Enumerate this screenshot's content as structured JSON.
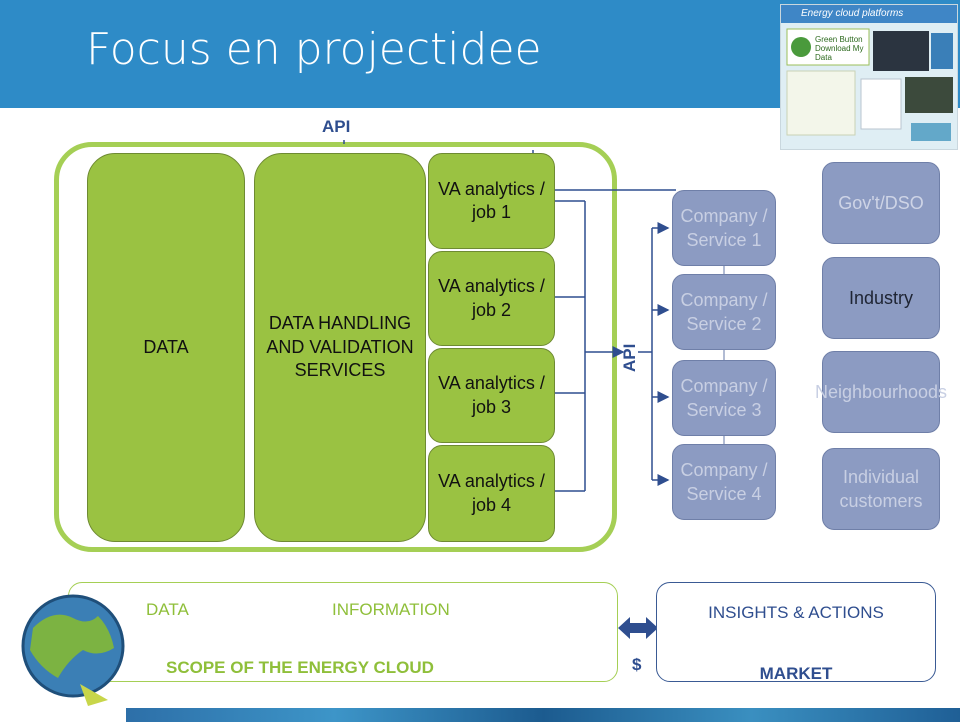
{
  "header": {
    "title": "Focus en projectidee"
  },
  "thumbnail": {
    "title": "Energy cloud platforms",
    "button_text": "Green Button Download My Data"
  },
  "api_top": "API",
  "api_side": "API",
  "data_box": "DATA",
  "handling_box": "DATA HANDLING AND VALIDATION SERVICES",
  "va_jobs": [
    "VA analytics / job 1",
    "VA analytics / job 2",
    "VA analytics / job 3",
    "VA analytics / job 4"
  ],
  "companies": [
    "Company / Service 1",
    "Company / Service 2",
    "Company / Service 3",
    "Company / Service 4"
  ],
  "stakeholders": [
    "Gov't/DSO",
    "Industry",
    "Neighbourhoods",
    "Individual customers"
  ],
  "bottom": {
    "data_label": "DATA",
    "information_label": "INFORMATION",
    "scope_label": "SCOPE OF THE ENERGY CLOUD",
    "insights_label": "INSIGHTS & ACTIONS",
    "market_label": "MARKET",
    "dollar_label": "$"
  },
  "colors": {
    "header": "#2e8bc7",
    "green_box": "#9ac242",
    "scope_border": "#a5cf55",
    "gray_box": "#8c9bc2",
    "api_text": "#2f4e8f"
  }
}
